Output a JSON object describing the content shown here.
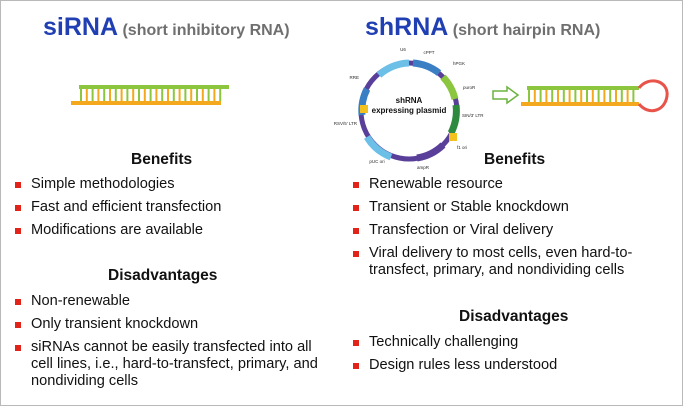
{
  "left": {
    "title_main": "siRNA",
    "title_sub": "(short inhibitory RNA)",
    "benefits_heading": "Benefits",
    "benefits": [
      "Simple methodologies",
      "Fast and efficient transfection",
      "Modifications are available"
    ],
    "disadvantages_heading": "Disadvantages",
    "disadvantages": [
      "Non-renewable",
      "Only transient knockdown",
      "siRNAs cannot be easily transfected into all cell lines, i.e., hard-to-transfect, primary, and nondividing cells"
    ]
  },
  "right": {
    "title_main": "shRNA",
    "title_sub": "(short hairpin RNA)",
    "plasmid": {
      "label": "shRNA expressing plasmid",
      "features": [
        "U6",
        "cPPT",
        "hPGK",
        "puroR",
        "SIN/3' LTR",
        "f1 ori",
        "ampR",
        "pUC ori",
        "RSV/5' LTR",
        "RRE"
      ]
    },
    "benefits_heading": "Benefits",
    "benefits": [
      "Renewable resource",
      "Transient or Stable knockdown",
      "Transfection or Viral delivery",
      "Viral delivery to most cells, even hard-to-transfect, primary, and nondividing cells"
    ],
    "disadvantages_heading": "Disadvantages",
    "disadvantages": [
      "Technically challenging",
      "Design rules less understood"
    ]
  },
  "colors": {
    "title_blue": "#1f3fb3",
    "subtitle_gray": "#6f6f6f",
    "bullet_red": "#e2231a",
    "strand_green": "#8cc63f",
    "strand_orange": "#f4a81d",
    "hairpin_loop": "#e8534a",
    "arrow_green": "#6cb33f"
  }
}
